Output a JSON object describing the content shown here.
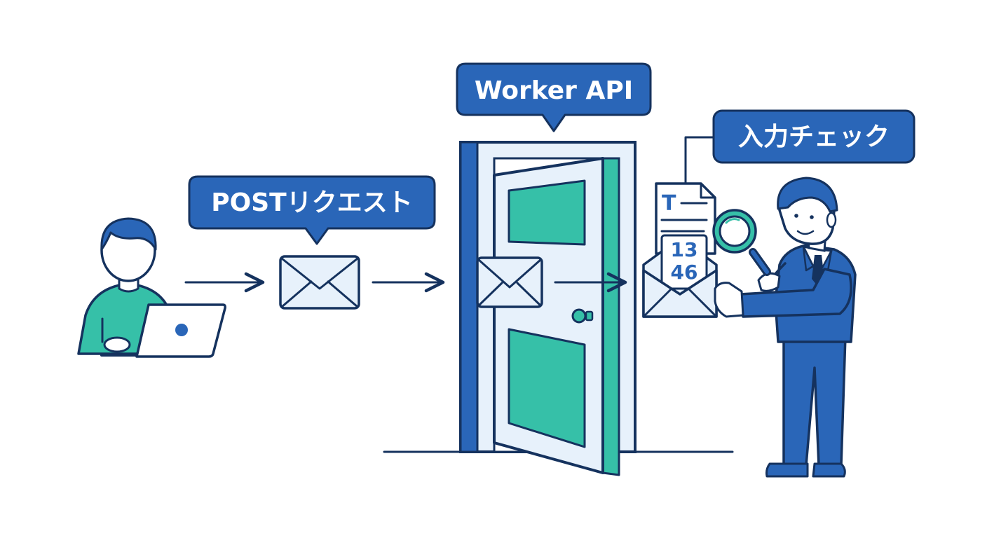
{
  "labels": {
    "post_request": "POSTリクエスト",
    "worker_api": "Worker API",
    "input_check": "入力チェック"
  },
  "document": {
    "header_letter": "T",
    "numbers_top": "13",
    "numbers_bottom": "46"
  },
  "colors": {
    "outline": "#15325e",
    "blue": "#2a66b8",
    "teal": "#36c0a8",
    "light_blue": "#e7f1fb",
    "skin": "#ffffff",
    "white": "#ffffff"
  },
  "icons": {
    "user": "person-at-laptop-icon",
    "envelope": "envelope-icon",
    "door": "open-door-icon",
    "inspector": "businessman-with-magnifier-icon",
    "document": "document-icon",
    "magnifier": "magnifying-glass-icon"
  }
}
